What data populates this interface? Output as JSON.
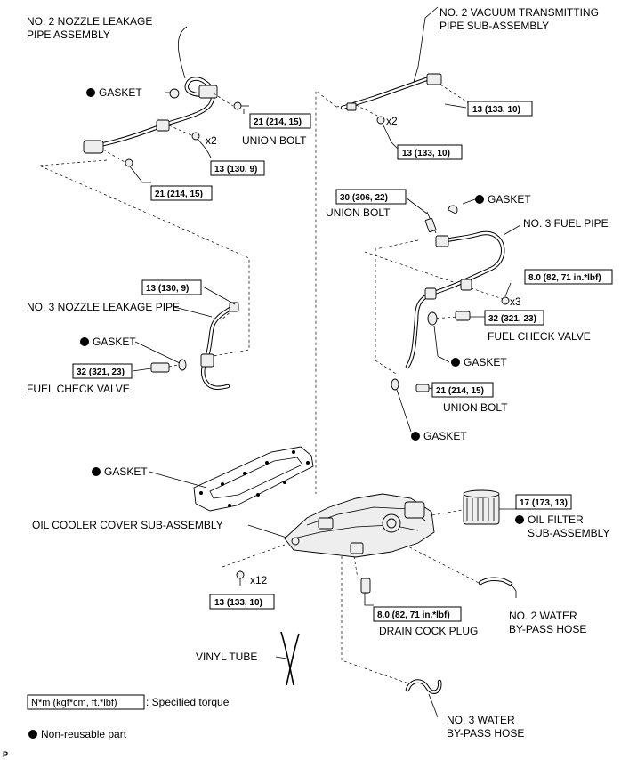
{
  "labels": {
    "nozzle2_assy_l1": "NO. 2 NOZZLE LEAKAGE",
    "nozzle2_assy_l2": "PIPE ASSEMBLY",
    "gasket": "GASKET",
    "union_bolt": "UNION BOLT",
    "vacuum_l1": "NO. 2 VACUUM TRANSMITTING",
    "vacuum_l2": "PIPE SUB-ASSEMBLY",
    "fuel_pipe3": "NO. 3 FUEL PIPE",
    "fuel_check_valve": "FUEL CHECK VALVE",
    "nozzle3_pipe": "NO. 3 NOZZLE LEAKAGE PIPE",
    "oil_cooler_cover": "OIL COOLER COVER SUB-ASSEMBLY",
    "oil_filter_l1": "OIL FILTER",
    "oil_filter_l2": "SUB-ASSEMBLY",
    "water_hose2_l1": "NO. 2 WATER",
    "water_hose2_l2": "BY-PASS HOSE",
    "drain_cock_plug": "DRAIN COCK PLUG",
    "vinyl_tube": "VINYL TUBE",
    "water_hose3_l1": "NO. 3 WATER",
    "water_hose3_l2": "BY-PASS HOSE",
    "x2": "x2",
    "x3": "x3",
    "x12": "x12",
    "page_mark": "P"
  },
  "torques": {
    "t_union_21": "21 (214, 15)",
    "t_13_130_9": "13 (130, 9)",
    "t_13_133_10": "13 (133, 10)",
    "t_30_306_22": "30 (306, 22)",
    "t_8_82_71": "8.0 (82, 71 in.*lbf)",
    "t_32_321_23": "32 (321, 23)",
    "t_17_173_13": "17 (173, 13)"
  },
  "legend": {
    "torque_box": "N*m (kgf*cm, ft.*lbf)",
    "torque_desc": ": Specified torque",
    "non_reusable": "Non-reusable part"
  }
}
